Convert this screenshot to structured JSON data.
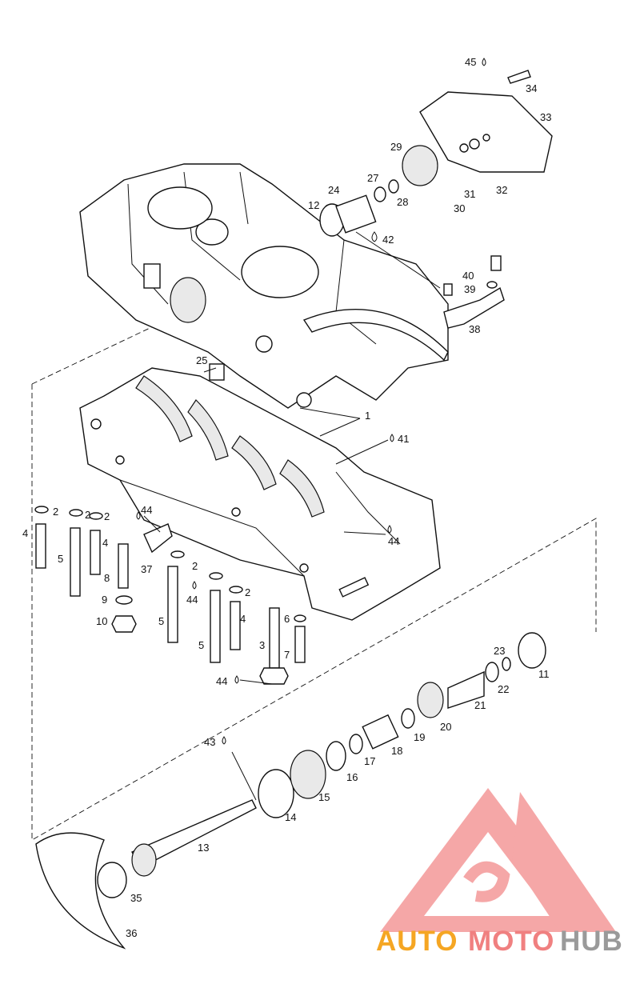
{
  "diagram": {
    "labels": [
      "1",
      "2",
      "2",
      "2",
      "2",
      "2",
      "3",
      "4",
      "4",
      "4",
      "5",
      "5",
      "5",
      "6",
      "7",
      "8",
      "9",
      "10",
      "11",
      "12",
      "13",
      "14",
      "15",
      "16",
      "17",
      "18",
      "19",
      "20",
      "21",
      "22",
      "23",
      "24",
      "25",
      "27",
      "28",
      "29",
      "30",
      "31",
      "32",
      "33",
      "34",
      "35",
      "36",
      "37",
      "38",
      "39",
      "40",
      "41",
      "42",
      "43",
      "44",
      "44",
      "44",
      "44",
      "45"
    ],
    "drop_icon": "oil-drop-icon"
  },
  "watermark": {
    "part1": "AUTO",
    "part2": "MOTO",
    "part3": "HUB",
    "colors": {
      "auto": "#f5a623",
      "moto": "#f08080",
      "hub": "#9a9a9a",
      "logo": "#f28a8a"
    }
  }
}
